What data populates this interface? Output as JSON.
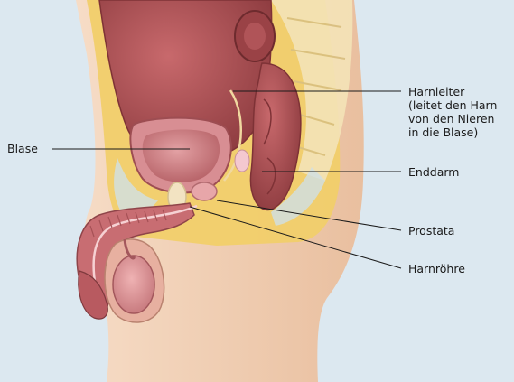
{
  "labels": {
    "harnleiter": "Harnleiter\n(leitet den Harn\nvon den Nieren\nin die Blase)",
    "blase": "Blase",
    "enddarm": "Enddarm",
    "prostata": "Prostata",
    "harnroehre": "Harnröhre"
  },
  "colors": {
    "background": "#dce8f0",
    "skin": "#f2d3b8",
    "fat": "#f1cf6a",
    "organ": "#b85a5e",
    "bladder": "#d98d92",
    "line": "#1a1a1a"
  }
}
